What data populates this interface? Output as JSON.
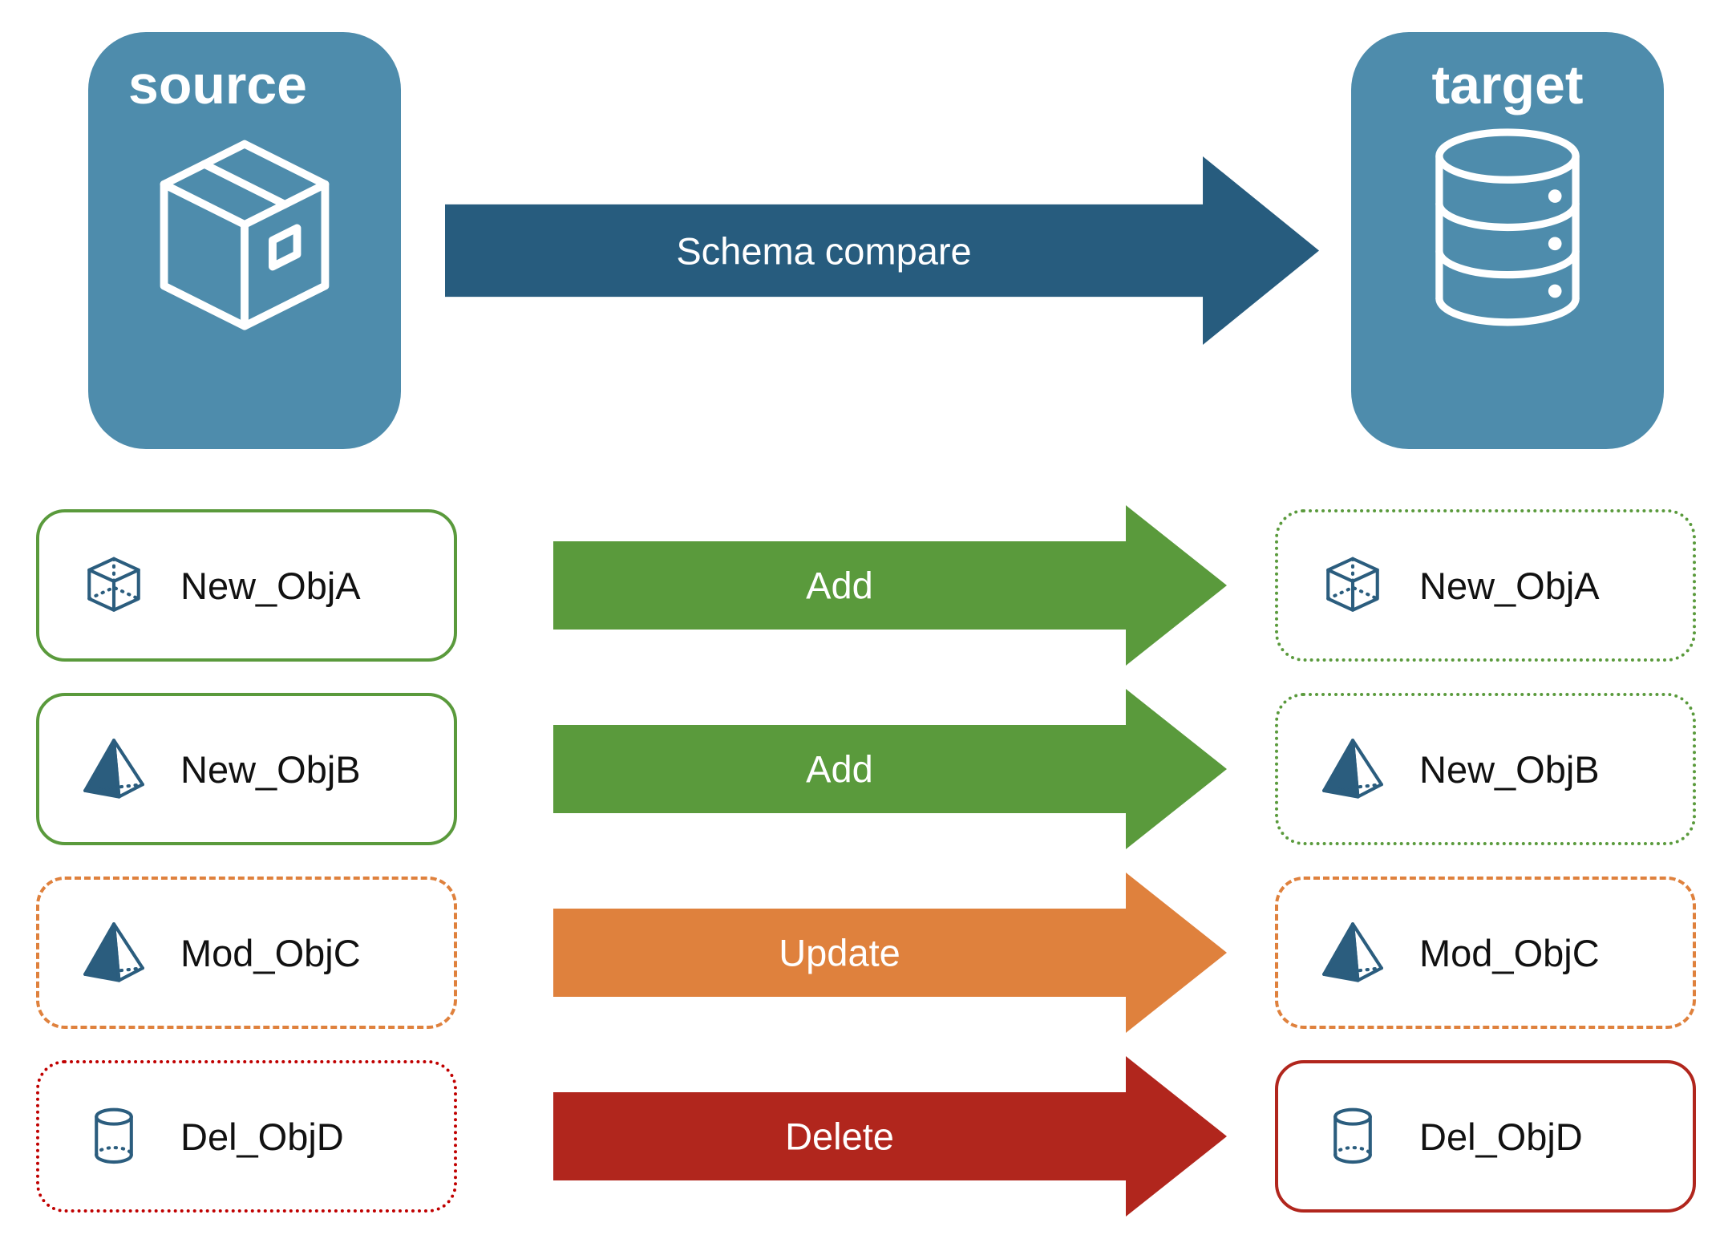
{
  "colors": {
    "steel": "#4e8cac",
    "dark-blue": "#275c7e",
    "green": "#5a9a3c",
    "orange": "#df813d",
    "red": "#b1261d",
    "red-dotted": "#c00000",
    "icon-blue": "#2b5d7e"
  },
  "source": {
    "label": "source",
    "icon": "package-icon"
  },
  "target": {
    "label": "target",
    "icon": "database-icon"
  },
  "compare": {
    "label": "Schema compare"
  },
  "rows": [
    {
      "name": "New_ObjA",
      "action": "Add",
      "icon": "cube-icon",
      "source_border": "green-solid",
      "target_border": "green-dotted"
    },
    {
      "name": "New_ObjB",
      "action": "Add",
      "icon": "pyramid-icon",
      "source_border": "green-solid",
      "target_border": "green-dotted"
    },
    {
      "name": "Mod_ObjC",
      "action": "Update",
      "icon": "pyramid-icon",
      "source_border": "orange-dashed",
      "target_border": "orange-dashed"
    },
    {
      "name": "Del_ObjD",
      "action": "Delete",
      "icon": "cylinder-icon",
      "source_border": "red-dotted",
      "target_border": "red-solid"
    }
  ]
}
